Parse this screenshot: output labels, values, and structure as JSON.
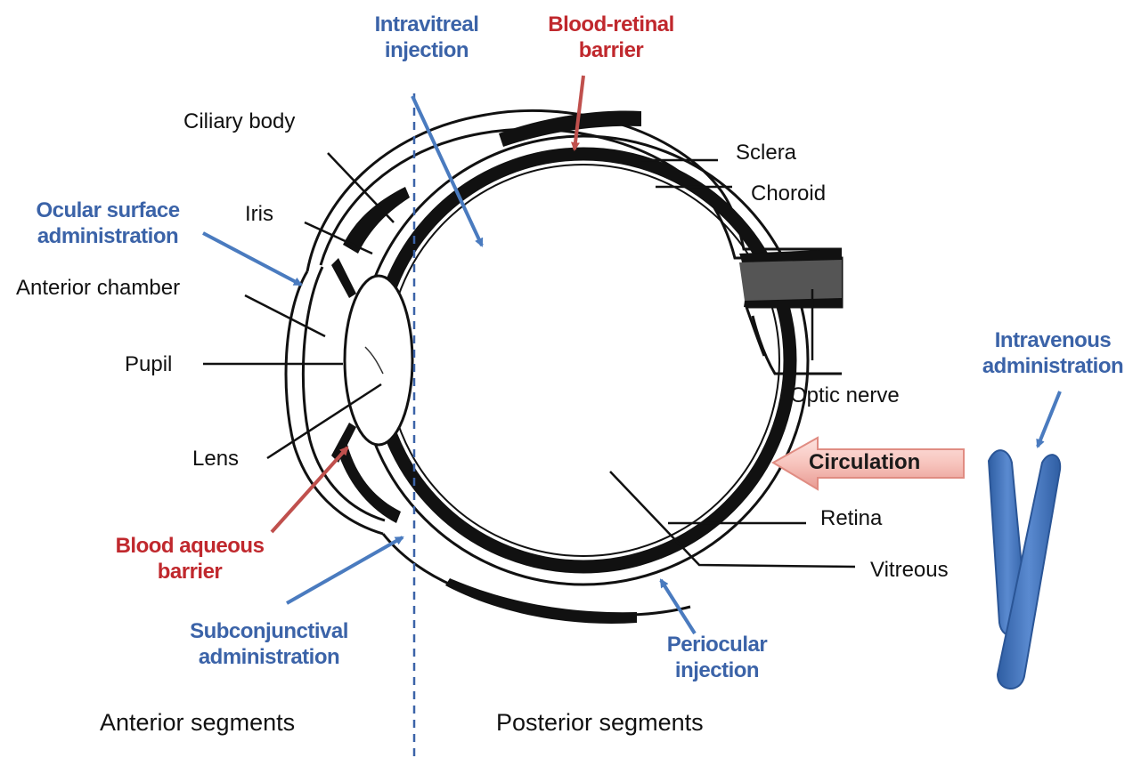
{
  "labels": {
    "ciliary_body": "Ciliary body",
    "iris": "Iris",
    "anterior_chamber": "Anterior chamber",
    "pupil": "Pupil",
    "lens": "Lens",
    "sclera": "Sclera",
    "choroid": "Choroid",
    "optic_nerve": "Optic nerve",
    "retina": "Retina",
    "vitreous": "Vitreous"
  },
  "routes": {
    "intravitreal": [
      "Intravitreal",
      "injection"
    ],
    "ocular_surface": [
      "Ocular surface",
      "administration"
    ],
    "subconjunctival": [
      "Subconjunctival",
      "administration"
    ],
    "periocular": [
      "Periocular",
      "injection"
    ],
    "intravenous": [
      "Intravenous",
      "administration"
    ]
  },
  "barriers": {
    "blood_retinal": [
      "Blood-retinal",
      "barrier"
    ],
    "blood_aqueous": [
      "Blood aqueous",
      "barrier"
    ]
  },
  "circulation_label": "Circulation",
  "segments": {
    "anterior": "Anterior segments",
    "posterior": "Posterior segments"
  },
  "colors": {
    "route_blue": "#3b63a8",
    "barrier_red": "#c0282d",
    "arrow_blue": "#4a7bbf",
    "arrow_red": "#c0504d",
    "circulation_pink": "#f4b6b0",
    "vessel_blue": "#3f6fb5"
  }
}
